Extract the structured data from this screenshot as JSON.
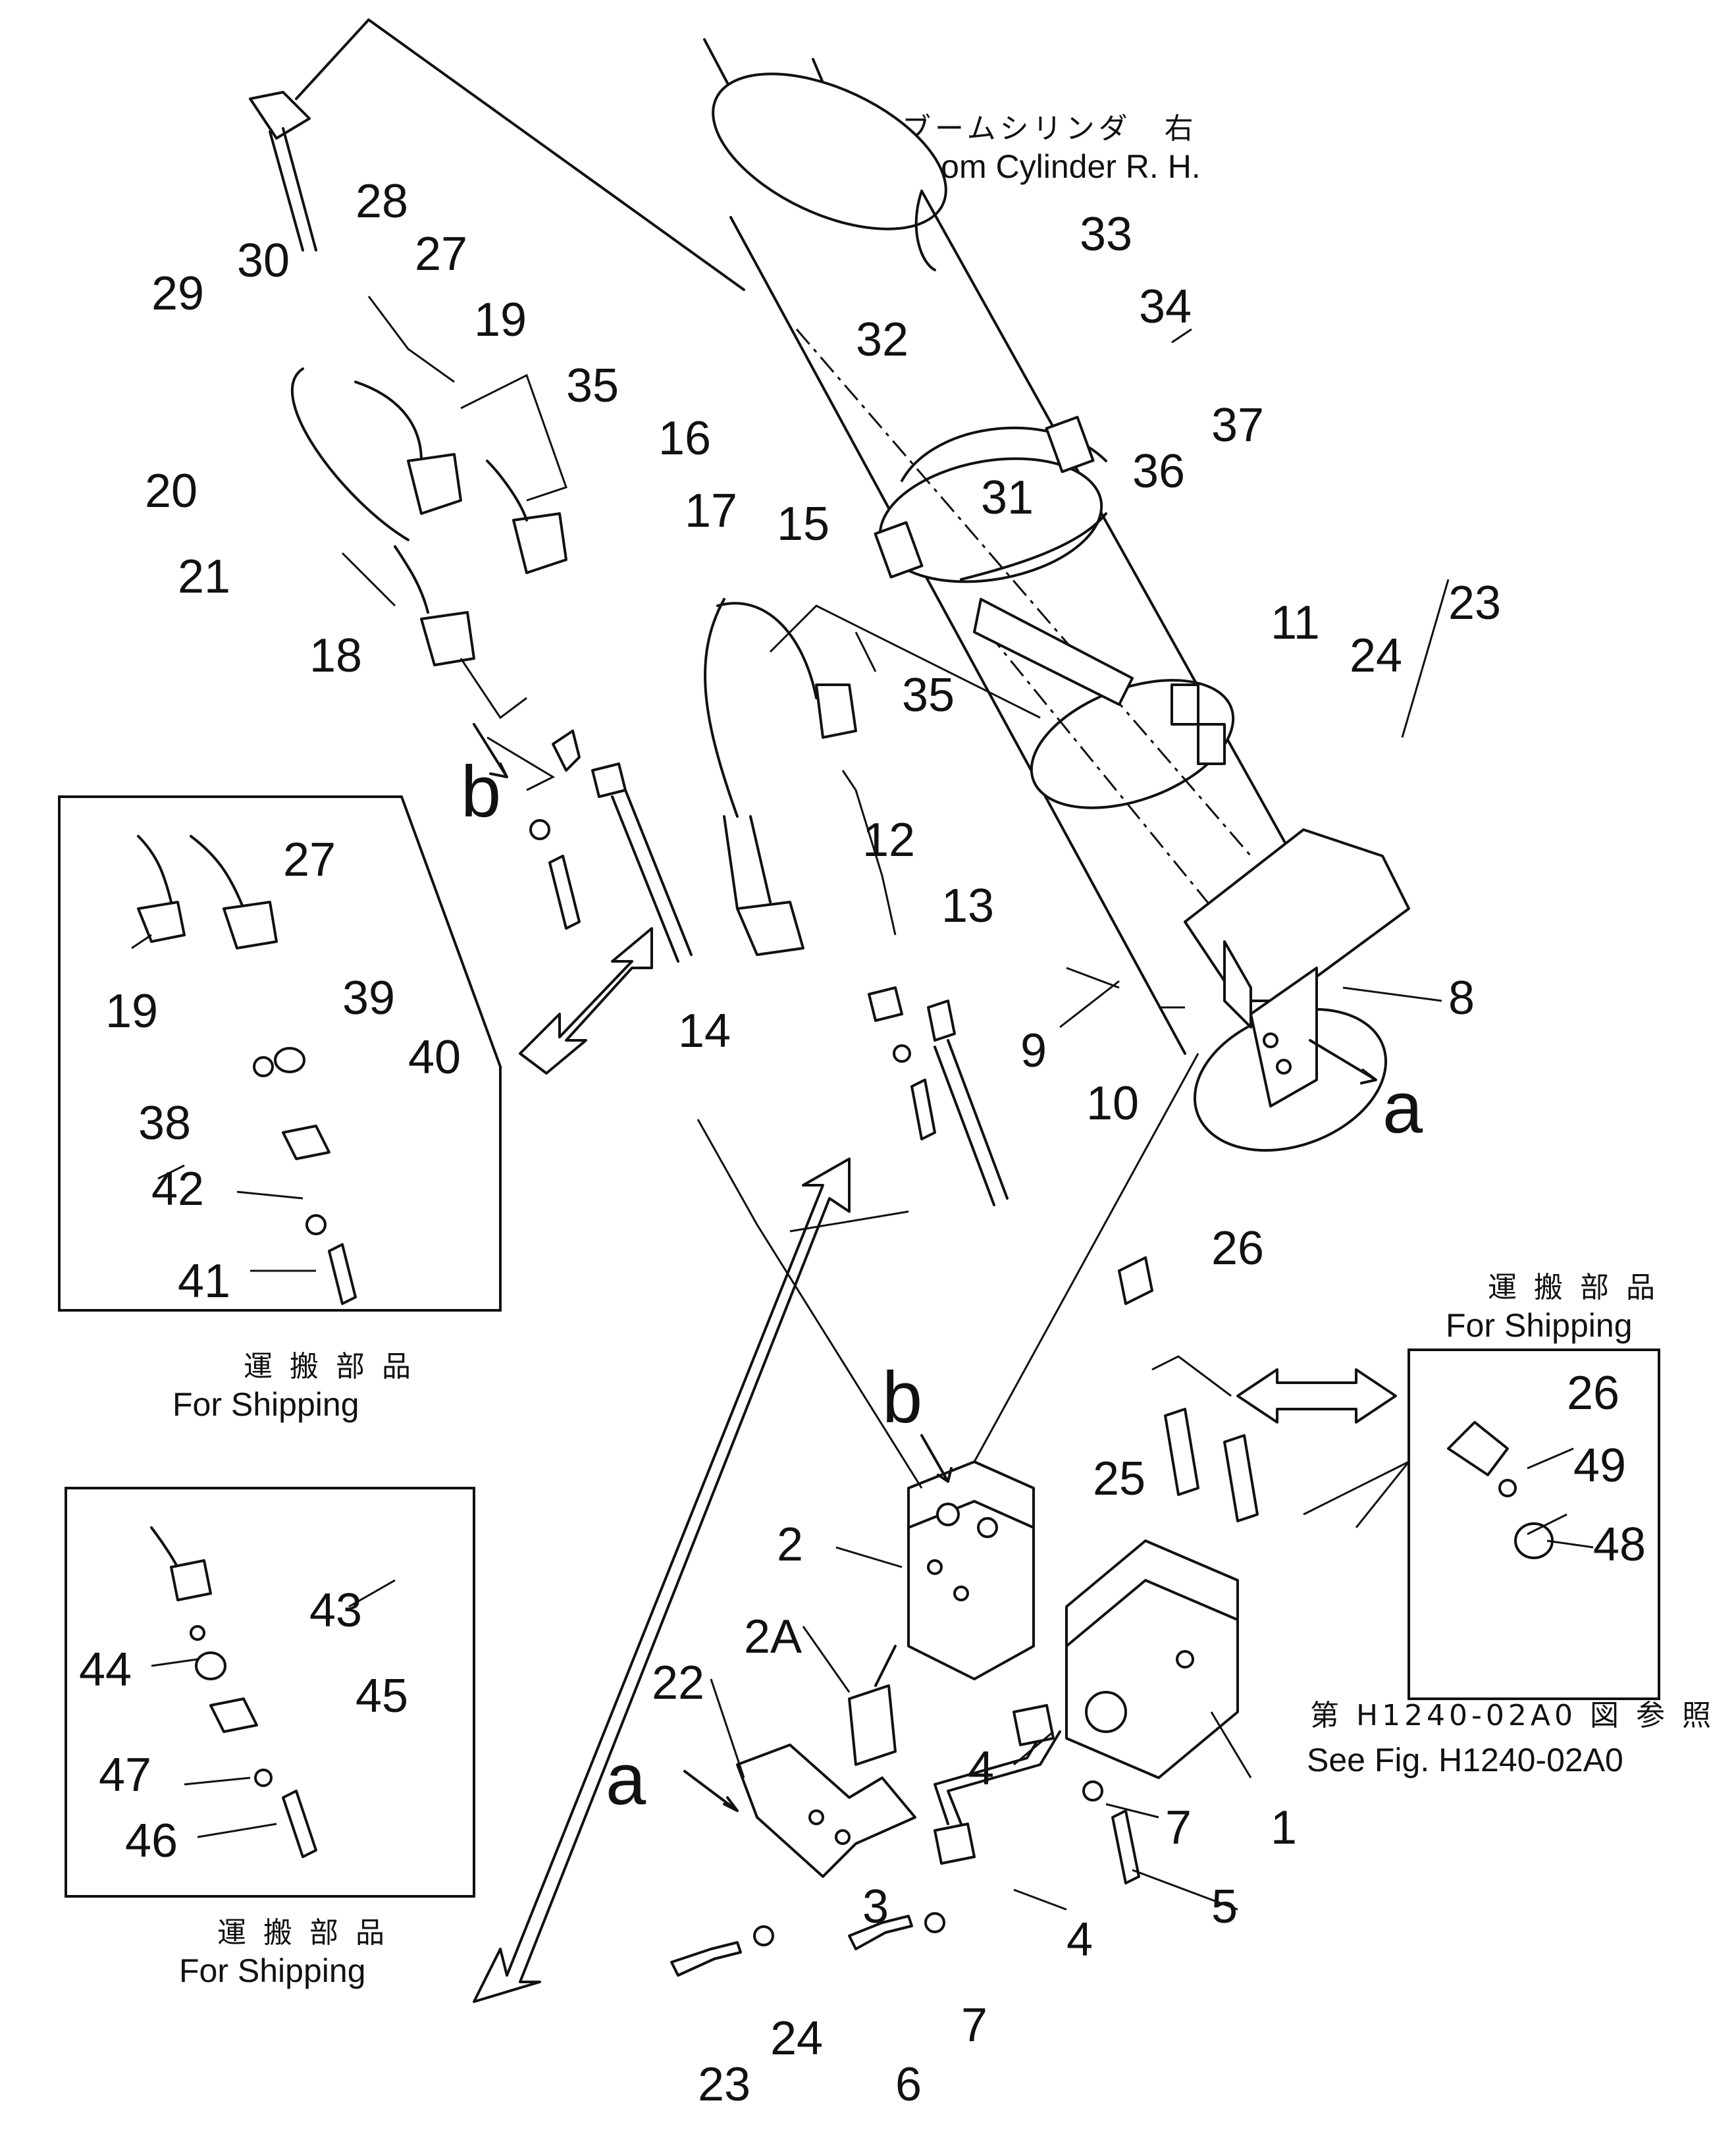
{
  "header": {
    "jp": "ブームシリンダ　右",
    "en": "Boom  Cylinder  R. H."
  },
  "shipping": {
    "jp": "運 搬 部 品",
    "en": "For  Shipping"
  },
  "reference": {
    "jp": "第 H1240-02A0 図 参 照",
    "en": "See Fig. H1240-02A0"
  },
  "view_markers": {
    "a": "a",
    "b": "b"
  },
  "parts": [
    "1",
    "2",
    "2A",
    "3",
    "4",
    "5",
    "6",
    "7",
    "8",
    "9",
    "10",
    "11",
    "12",
    "13",
    "14",
    "15",
    "16",
    "17",
    "18",
    "19",
    "20",
    "21",
    "22",
    "23",
    "24",
    "25",
    "26",
    "27",
    "28",
    "29",
    "30",
    "31",
    "32",
    "33",
    "34",
    "35",
    "36",
    "37",
    "38",
    "39",
    "40",
    "41",
    "42",
    "43",
    "44",
    "45",
    "46",
    "47",
    "48",
    "49"
  ]
}
